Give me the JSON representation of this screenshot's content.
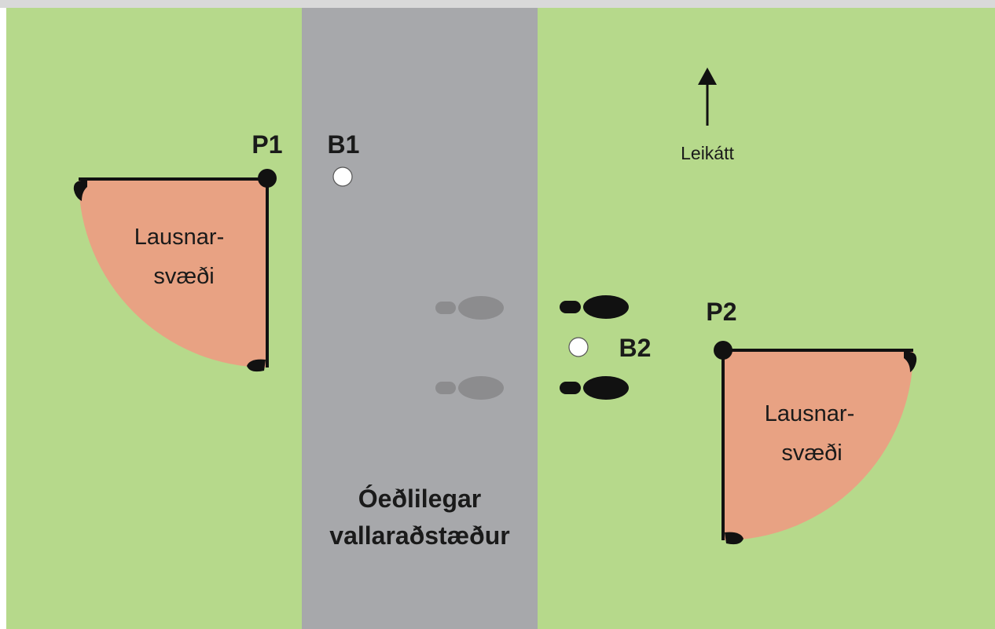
{
  "colors": {
    "frame": "#d9d9d9",
    "grass": "#b6d98b",
    "path": "#a7a8ab",
    "relief_area": "#e8a283",
    "ink": "#111111",
    "ghost_footprint": "#8c8c8e",
    "ball": "#ffffff"
  },
  "labels": {
    "point1": "P1",
    "point2": "P2",
    "ball1": "B1",
    "ball2": "B2",
    "direction": "Leikátt",
    "relief_area_line1": "Lausnar-",
    "relief_area_line2": "svæði",
    "ground_condition_line1": "Óeðlilegar",
    "ground_condition_line2": "vallaraðstæður"
  },
  "icons": {
    "direction": "arrow-up-icon",
    "footprint": "footprint-icon",
    "ball": "golf-ball-icon",
    "point": "reference-point-dot"
  }
}
